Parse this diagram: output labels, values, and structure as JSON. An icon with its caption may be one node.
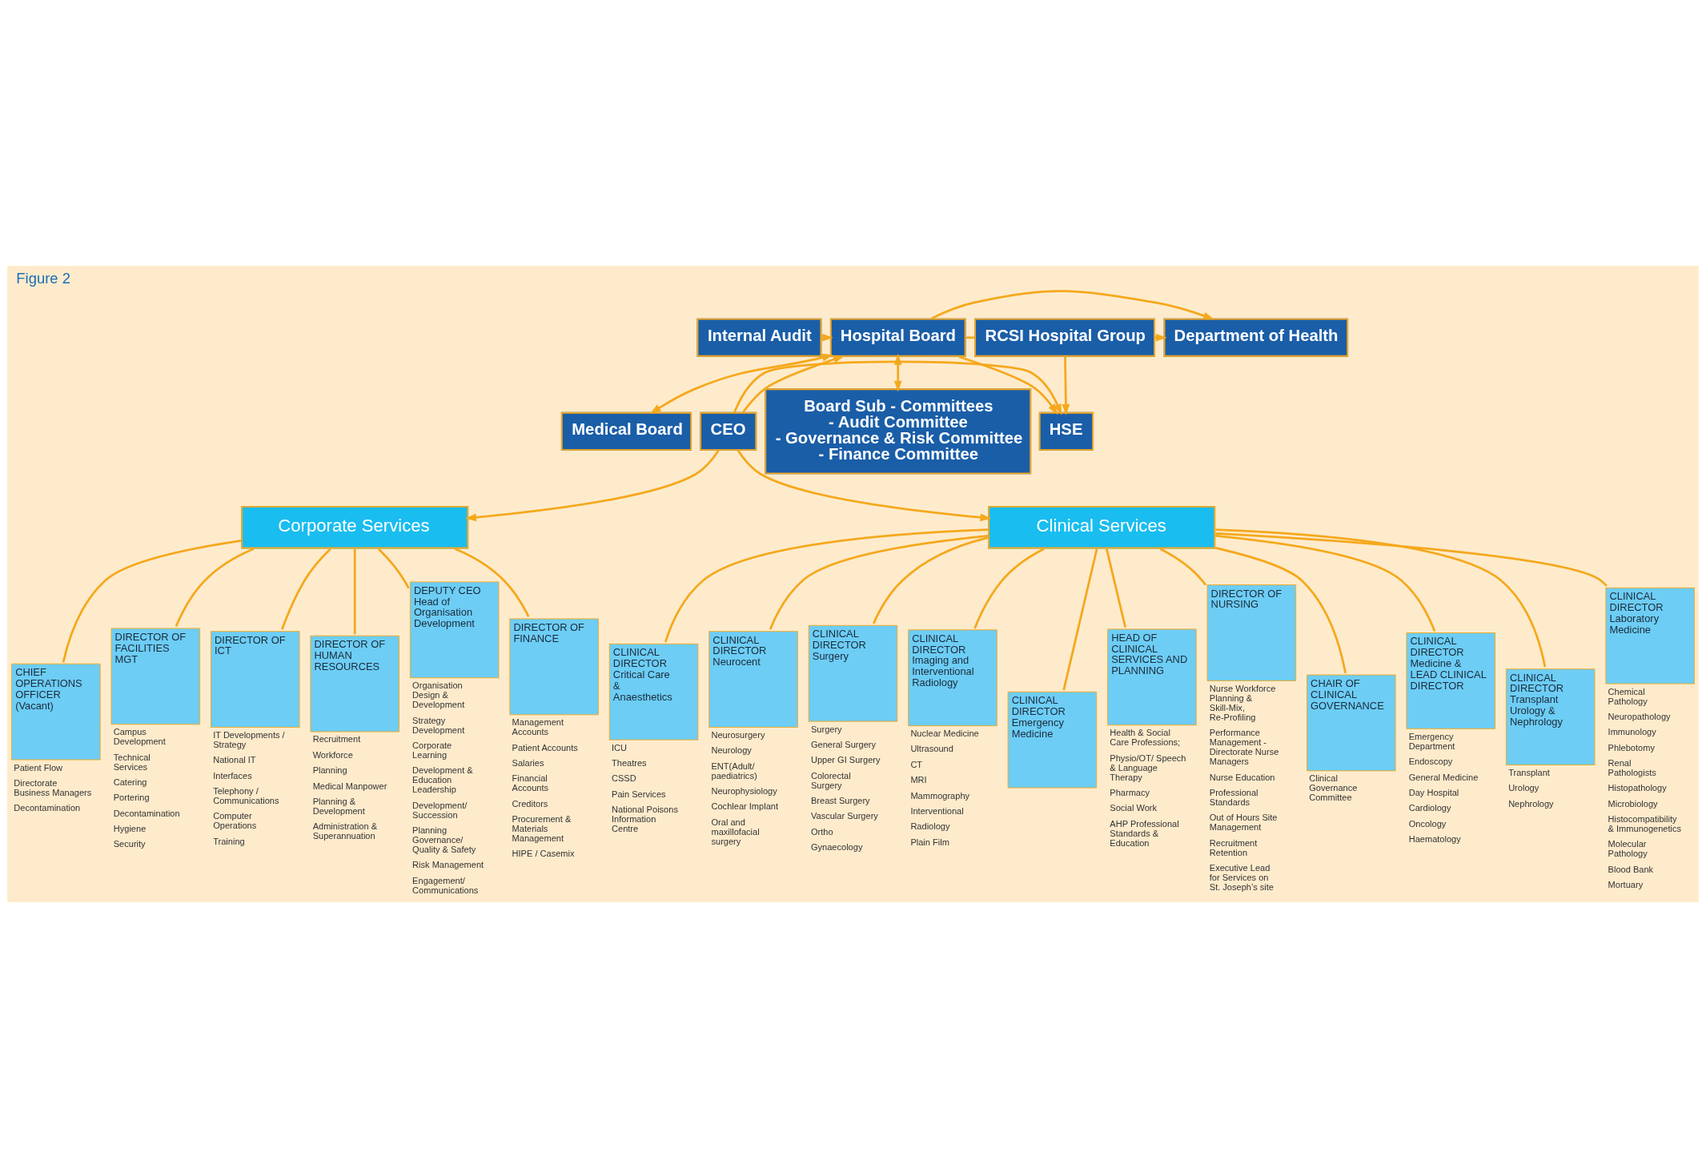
{
  "diagram": {
    "title": "Figure 2",
    "nodes": [
      {
        "text": [
          "Hospital Board"
        ]
      },
      {
        "text": [
          "RCSI Hospital Group"
        ]
      },
      {
        "text": [
          "Department of Health"
        ]
      },
      {
        "text": [
          "Internal Audit"
        ]
      },
      {
        "text": [
          "HSE"
        ]
      },
      {
        "text": [
          "Medical Board"
        ]
      },
      {
        "text": [
          "CEO"
        ]
      },
      {
        "text": [
          "Board Sub - Committees",
          "- Audit Committee",
          "- Governance & Risk Committee",
          "- Finance Committee"
        ]
      },
      {
        "text": [
          "Corporate Services"
        ]
      },
      {
        "text": [
          "Clinical Services"
        ]
      },
      {
        "text": [
          "DIRECTOR OF FACILITIES MGT"
        ],
        "beside": [
          "Campus Development",
          "Technical Services",
          "Catering",
          "Portering",
          "Decontamination",
          "Hygiene",
          "Security"
        ]
      },
      {
        "text": [
          "DIRECTOR OF ICT"
        ],
        "beside": [
          "IT Developments / Strategy",
          "National IT",
          "Interfaces",
          "Telephony / Communications",
          "Computer Operations",
          "Training"
        ]
      },
      {
        "text": [
          "DIRECTOR OF HUMAN RESOURCES"
        ],
        "beside": [
          "Recruitment",
          "Workforce",
          "Planning",
          "Medical Manpower",
          "Planning & Development",
          "Administration & Superannuation"
        ]
      },
      {
        "text": [
          "DEPUTY CEO",
          "Head of Organisation Development"
        ],
        "beside": [
          "Organisation Design & Development",
          "Strategy Development",
          "Corporate Learning",
          "Development & Education Leadership",
          "Development/ Succession",
          "Planning Governance/ Quality & Safety",
          "Risk Management",
          "Engagement/ Communications"
        ]
      },
      {
        "text": [
          "DIRECTOR OF FINANCE"
        ],
        "beside": [
          "Management Accounts",
          "Patient Accounts",
          "Salaries",
          "Financial Accounts",
          "Creditors",
          "Procurement & Materials Management",
          "HIPE / Casemix"
        ]
      },
      {
        "text": [
          "CHIEF OPERATIONS OFFICER (Vacant)"
        ],
        "beside": [
          "Patient Flow",
          "Directorate Business Managers",
          "Decontamination"
        ]
      },
      {
        "text": [
          "HEAD OF CLINICAL SERVICES AND PLANNING"
        ],
        "beside": [
          "Health & Social Care Professions;",
          "Physio/OT/ Speech & Language Therapy",
          "Pharmacy",
          "Social Work",
          "AHP Professional Standards & Education"
        ]
      },
      {
        "text": [
          "DIRECTOR OF NURSING"
        ],
        "beside": [
          "Nurse Workforce Planning & Skill-Mix, Re-Profiling",
          "Performance Management - Directorate Nurse Managers",
          "Nurse Education",
          "Professional Standards",
          "Out of Hours Site Management",
          "Recruitment Retention",
          "Executive Lead for Services on St. Joseph’s site"
        ]
      },
      {
        "text": [
          "CHAIR OF CLINICAL GOVERNANCE"
        ],
        "beside": [
          "Clinical Governance Committee"
        ]
      },
      {
        "text": [
          "CLINICAL DIRECTOR",
          "Medicine & LEAD CLINICAL DIRECTOR"
        ],
        "beside": [
          "Emergency Department",
          "Endoscopy",
          "General Medicine",
          "Day Hospital",
          "Cardiology",
          "Oncology",
          "Haematology"
        ]
      },
      {
        "text": [
          "CLINICAL DIRECTOR",
          "Transplant Urology & Nephrology"
        ],
        "beside": [
          "Transplant",
          "Urology",
          "Nephrology"
        ]
      },
      {
        "text": [
          "CLINICAL DIRECTOR",
          "Laboratory Medicine"
        ],
        "beside": [
          "Chemical Pathology",
          "Neuropathology",
          "Immunology",
          "Phlebotomy",
          "Renal Pathologists",
          "Histopathology",
          "Microbiology",
          "Histocompatibility & Immunogenetics",
          "Molecular Pathology",
          "Blood Bank",
          "Mortuary"
        ]
      },
      {
        "text": [
          "CLINICAL DIRECTOR",
          "Critical Care & Anaesthetics"
        ],
        "beside": [
          "ICU",
          "Theatres",
          "CSSD",
          "Pain Services",
          "National Poisons Information Centre"
        ]
      },
      {
        "text": [
          "CLINICAL DIRECTOR",
          "Neurocent"
        ],
        "beside": [
          "Neurosurgery",
          "Neurology",
          "ENT(Adult/ paediatrics)",
          "Neurophysiology",
          "Cochlear Implant",
          "Oral and maxillofacial surgery"
        ]
      },
      {
        "text": [
          "CLINICAL DIRECTOR",
          "Surgery"
        ],
        "beside": [
          "Surgery",
          "General Surgery",
          "Upper GI Surgery",
          "Colorectal Surgery",
          "Breast Surgery",
          "Vascular Surgery",
          "Ortho",
          "Gynaecology"
        ]
      },
      {
        "text": [
          "CLINICAL DIRECTOR",
          "Imaging and Interventional Radiology"
        ],
        "beside": [
          "Nuclear Medicine",
          "Ultrasound",
          "CT",
          "MRI",
          "Mammography",
          "Interventional",
          "Radiology",
          "Plain Film"
        ]
      },
      {
        "text": [
          "CLINICAL DIRECTOR",
          "Emergency Medicine"
        ]
      }
    ],
    "edges": [
      {
        "from": 3,
        "to": 0,
        "arrow": "to"
      },
      {
        "from": 0,
        "to": 5,
        "arrow": "both"
      },
      {
        "from": 0,
        "to": 7,
        "arrow": "both"
      },
      {
        "from": 6,
        "to": 0,
        "arrow": "to"
      },
      {
        "from": 0,
        "to": 1,
        "arrow": "none"
      },
      {
        "from": 0,
        "to": 2,
        "arrow": "to"
      },
      {
        "from": 1,
        "to": 2,
        "arrow": "to"
      },
      {
        "from": 1,
        "to": 4,
        "arrow": "to"
      },
      {
        "from": 0,
        "to": 4,
        "arrow": "to"
      },
      {
        "from": 6,
        "to": 4,
        "arrow": "to"
      },
      {
        "from": 6,
        "to": 8,
        "arrow": "to"
      },
      {
        "from": 6,
        "to": 9,
        "arrow": "to"
      },
      {
        "from": 8,
        "to": 10,
        "arrow": "none"
      },
      {
        "from": 8,
        "to": 11,
        "arrow": "none"
      },
      {
        "from": 8,
        "to": 12,
        "arrow": "none"
      },
      {
        "from": 8,
        "to": 13,
        "arrow": "none"
      },
      {
        "from": 8,
        "to": 14,
        "arrow": "none"
      },
      {
        "from": 8,
        "to": 15,
        "arrow": "none"
      },
      {
        "from": 9,
        "to": 16,
        "arrow": "none"
      },
      {
        "from": 9,
        "to": 17,
        "arrow": "none"
      },
      {
        "from": 9,
        "to": 18,
        "arrow": "none"
      },
      {
        "from": 9,
        "to": 19,
        "arrow": "none"
      },
      {
        "from": 9,
        "to": 20,
        "arrow": "none"
      },
      {
        "from": 9,
        "to": 21,
        "arrow": "none"
      },
      {
        "from": 9,
        "to": 22,
        "arrow": "none"
      },
      {
        "from": 9,
        "to": 23,
        "arrow": "none"
      },
      {
        "from": 9,
        "to": 24,
        "arrow": "none"
      },
      {
        "from": 9,
        "to": 25,
        "arrow": "none"
      },
      {
        "from": 9,
        "to": 26,
        "arrow": "none"
      }
    ]
  }
}
